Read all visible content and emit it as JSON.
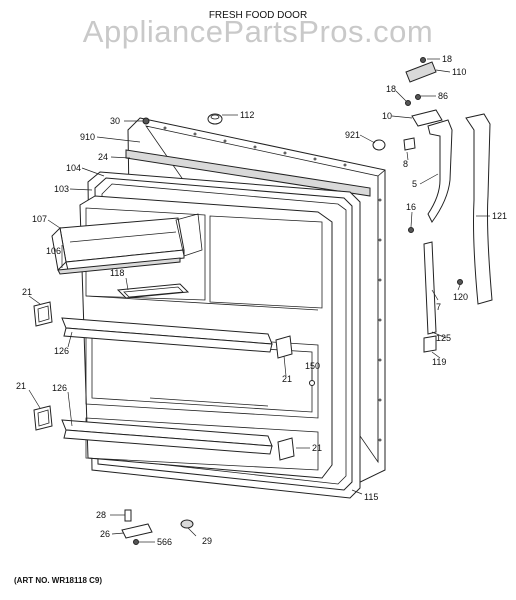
{
  "watermark": "AppliancePartsPros.com",
  "title": "FRESH FOOD DOOR",
  "art_number": "(ART NO. WR18118 C9)",
  "callouts": {
    "c18a": "18",
    "c110": "110",
    "c18b": "18",
    "c86": "86",
    "c10": "10",
    "c30": "30",
    "c112": "112",
    "c910": "910",
    "c921": "921",
    "c24": "24",
    "c8": "8",
    "c104": "104",
    "c5": "5",
    "c103": "103",
    "c16": "16",
    "c121": "121",
    "c107": "107",
    "c106": "106",
    "c118": "118",
    "c120": "120",
    "c21a": "21",
    "c7": "7",
    "c125": "125",
    "c126a": "126",
    "c150": "150",
    "c119": "119",
    "c21b": "21",
    "c21c": "21",
    "c126b": "126",
    "c21d": "21",
    "c115": "115",
    "c28": "28",
    "c26": "26",
    "c29": "29",
    "c566": "566"
  }
}
